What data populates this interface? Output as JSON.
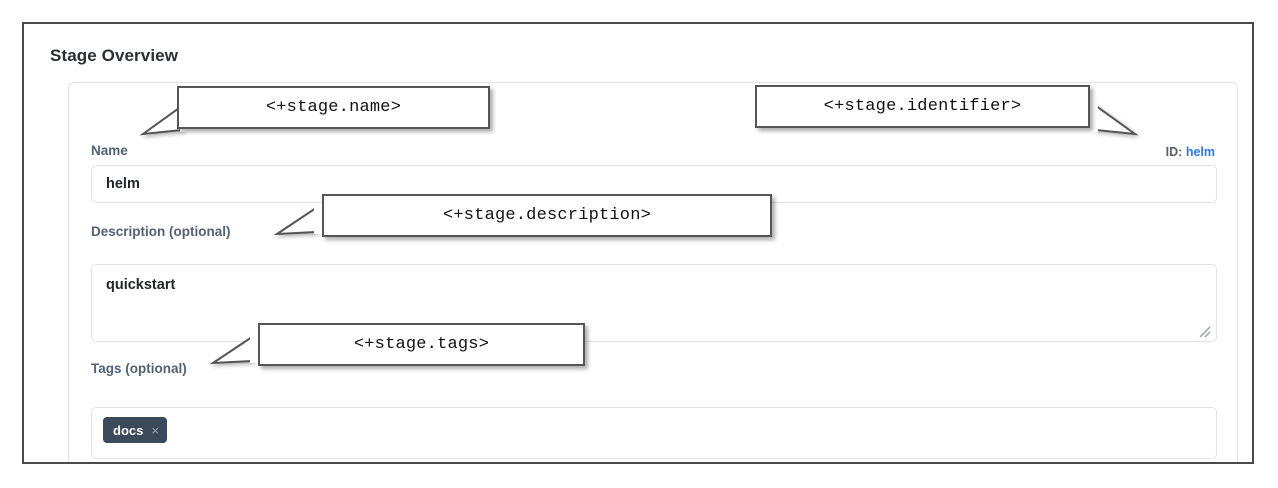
{
  "panel": {
    "title": "Stage Overview"
  },
  "form": {
    "name_field": {
      "label": "Name",
      "value": "helm",
      "placeholder": ""
    },
    "identifier": {
      "label": "ID:",
      "value": "helm"
    },
    "description_field": {
      "label": "Description (optional)",
      "value": "quickstart",
      "placeholder": ""
    },
    "tags_field": {
      "label": "Tags (optional)",
      "chips": [
        {
          "label": "docs",
          "remove_glyph": "×"
        }
      ]
    }
  },
  "annotations": [
    {
      "name": "stage-name",
      "text": "<+stage.name>"
    },
    {
      "name": "stage-identifier",
      "text": "<+stage.identifier>"
    },
    {
      "name": "stage-description",
      "text": "<+stage.description>"
    },
    {
      "name": "stage-tags",
      "text": "<+stage.tags>"
    }
  ],
  "colors": {
    "label": "#526275",
    "link": "#2a7ae2",
    "chip_bg": "#3b4a5a",
    "frame_border": "#4a4a4a",
    "input_border": "#dfe3e6"
  }
}
